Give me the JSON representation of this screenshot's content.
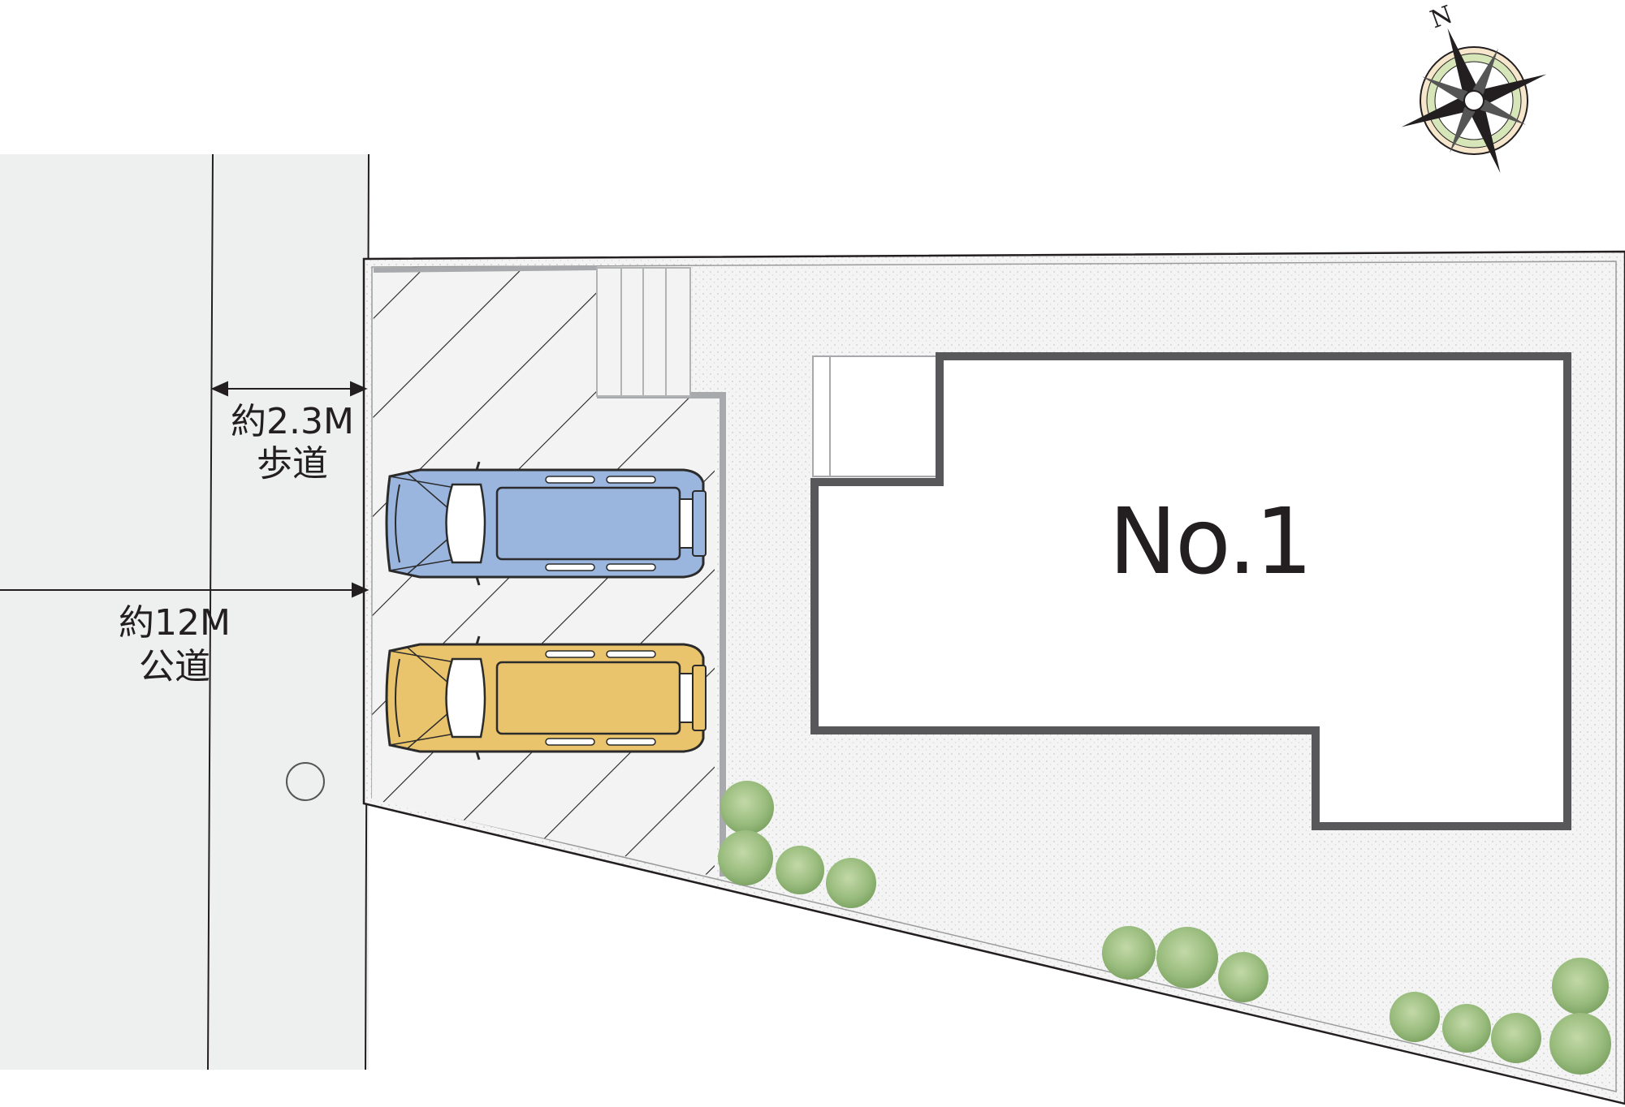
{
  "sidewalk": {
    "width": "約2.3M",
    "name": "歩道"
  },
  "public_road": {
    "width": "約12M",
    "name": "公道"
  },
  "lot": {
    "number": "No.1"
  },
  "compass": {
    "north": "N"
  },
  "cars": [
    {
      "color": "#9ab6de"
    },
    {
      "color": "#e9c46c"
    }
  ],
  "colors": {
    "road": "#eef0ef",
    "lot_ground": "#f0f1f0",
    "building_outline": "#58585a",
    "hatch": "#231f20",
    "tree": "#9bbf80"
  }
}
